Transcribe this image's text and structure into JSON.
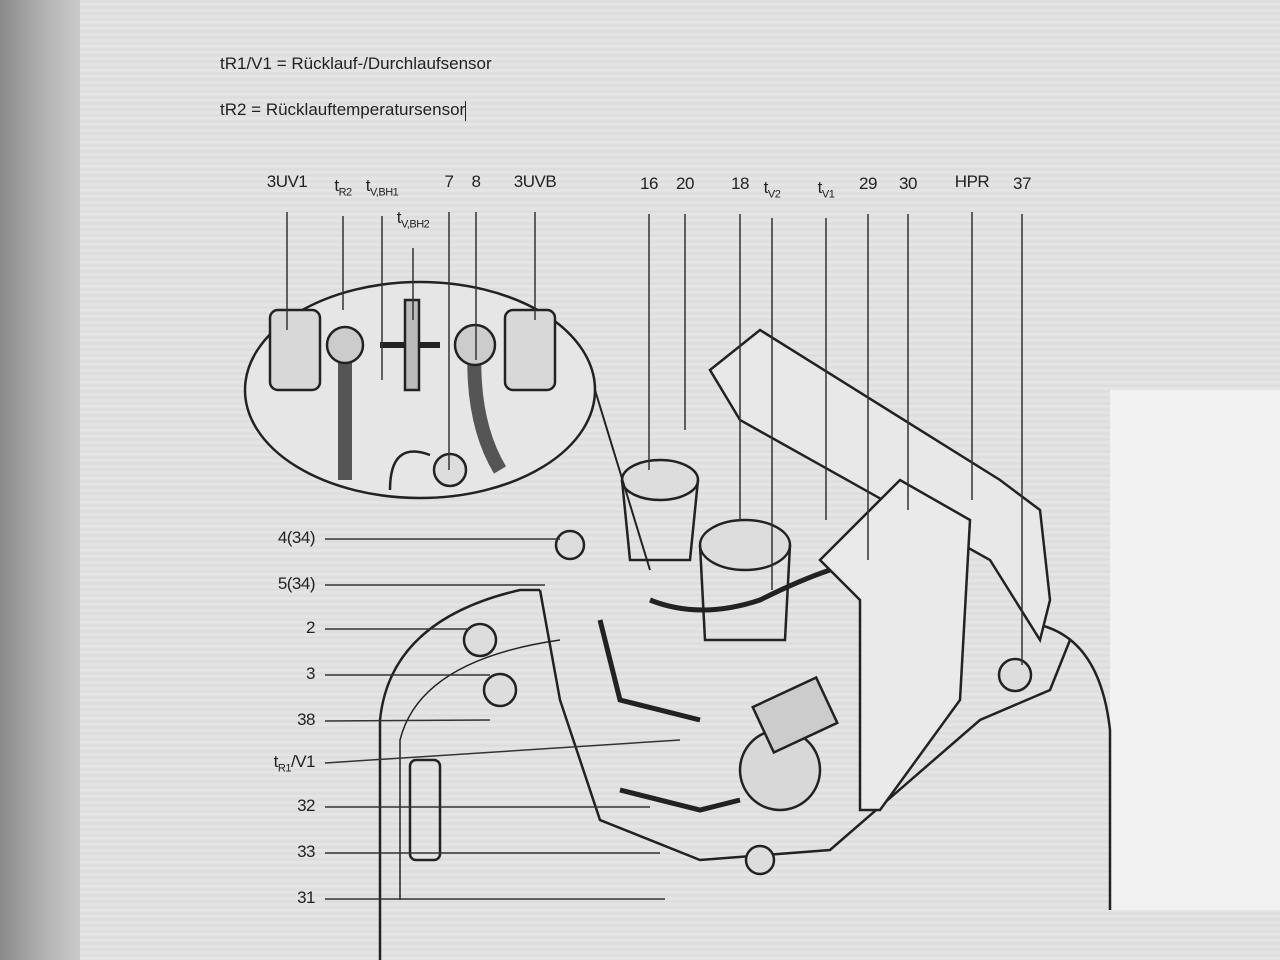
{
  "document": {
    "line1": "tR1/V1 = Rücklauf-/Durchlaufsensor",
    "line2": "tR2 = Rücklauftemperatursensor"
  },
  "top_labels": [
    {
      "main": "3UV1",
      "sub": ""
    },
    {
      "main": "t",
      "sub": "R2"
    },
    {
      "main": "t",
      "sub": "V,BH1"
    },
    {
      "main": "t",
      "sub": "V,BH2"
    },
    {
      "main": "7",
      "sub": ""
    },
    {
      "main": "8",
      "sub": ""
    },
    {
      "main": "3UVB",
      "sub": ""
    },
    {
      "main": "16",
      "sub": ""
    },
    {
      "main": "20",
      "sub": ""
    },
    {
      "main": "18",
      "sub": ""
    },
    {
      "main": "t",
      "sub": "V2"
    },
    {
      "main": "t",
      "sub": "V1"
    },
    {
      "main": "29",
      "sub": ""
    },
    {
      "main": "30",
      "sub": ""
    },
    {
      "main": "HPR",
      "sub": ""
    },
    {
      "main": "37",
      "sub": ""
    }
  ],
  "left_labels": [
    {
      "main": "4(34)",
      "sub": ""
    },
    {
      "main": "5(34)",
      "sub": ""
    },
    {
      "main": "2",
      "sub": ""
    },
    {
      "main": "3",
      "sub": ""
    },
    {
      "main": "38",
      "sub": ""
    },
    {
      "main": "t",
      "sub": "R1",
      "suffix": "/V1"
    },
    {
      "main": "32",
      "sub": ""
    },
    {
      "main": "33",
      "sub": ""
    },
    {
      "main": "31",
      "sub": ""
    }
  ]
}
